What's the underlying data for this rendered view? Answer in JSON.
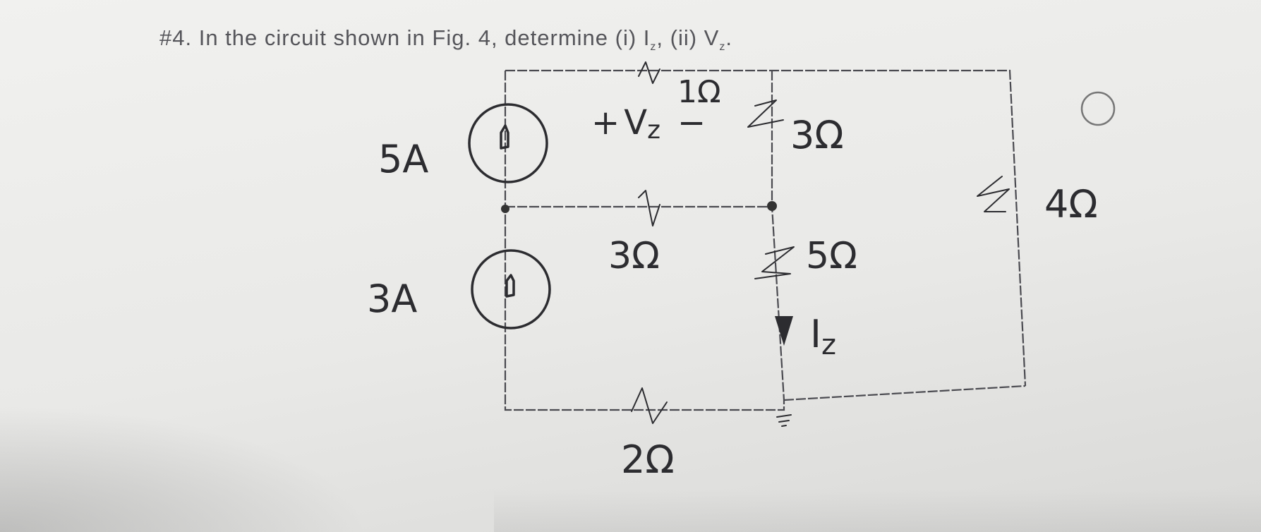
{
  "problem": {
    "text": "#4. In the circuit shown in Fig. 4, determine (i) I",
    "sub1": "z",
    "mid": ", (ii) V",
    "sub2": "z",
    "end": "."
  },
  "circuit": {
    "sources": [
      {
        "label": "5A",
        "direction": "up"
      },
      {
        "label": "3A",
        "direction": "up"
      }
    ],
    "resistors": {
      "top_1": "1Ω",
      "top_3": "3Ω",
      "right_4": "4Ω",
      "middle_3": "3Ω",
      "middle_5": "5Ω",
      "bottom_2": "2Ω"
    },
    "voltage_label": {
      "plus": "+",
      "name": "V",
      "sub": "z",
      "minus": "−"
    },
    "current_label": {
      "name": "I",
      "sub": "z"
    }
  }
}
